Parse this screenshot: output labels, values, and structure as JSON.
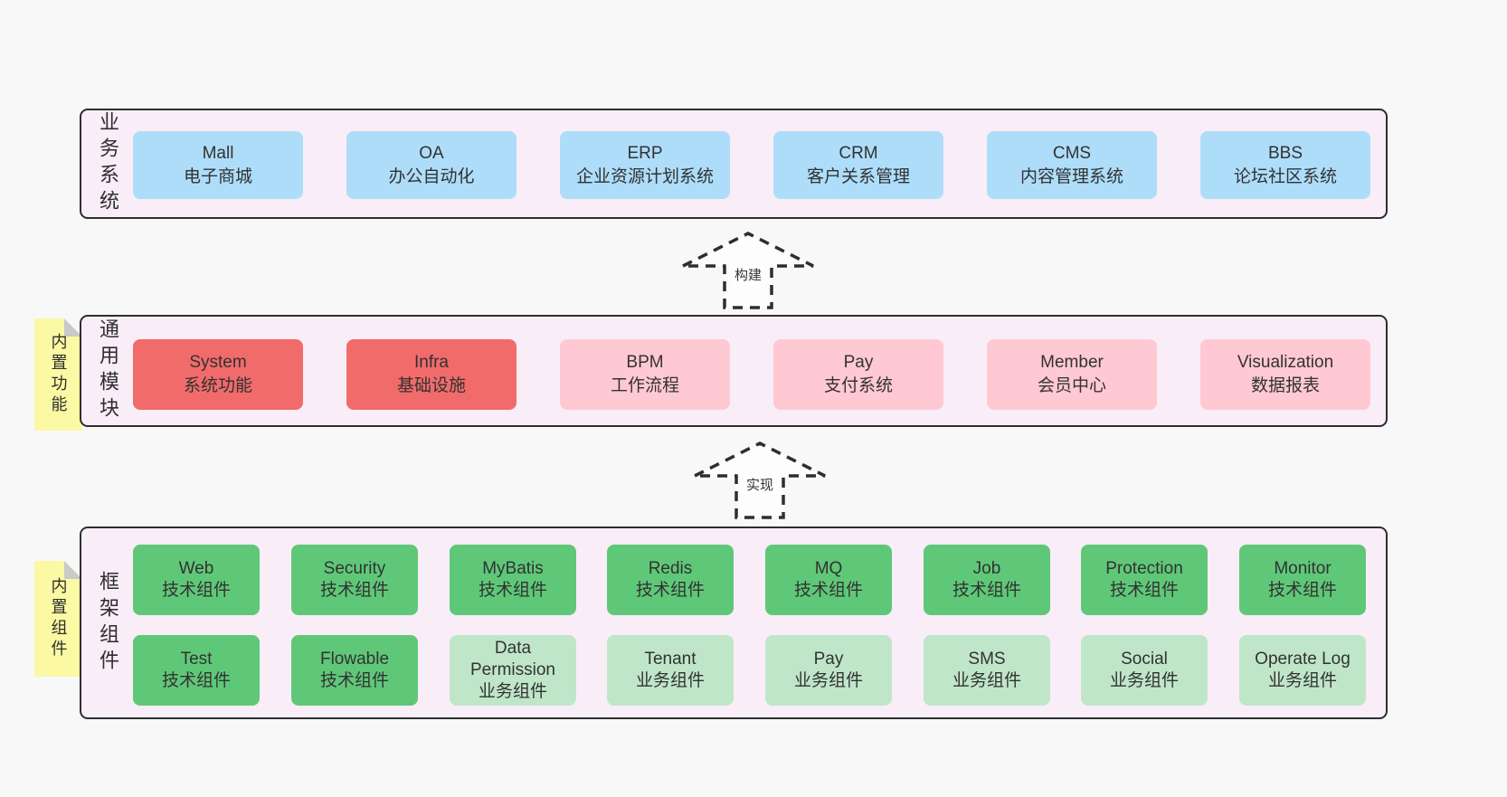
{
  "diagram_title": "",
  "colors": {
    "page_bg": "#f8f8f8",
    "layer_bg": "#f9edf7",
    "layer_border": "#2e2e2e",
    "business_system_box": "#aeddfa",
    "core_module_box": "#f26b6b",
    "optional_module_box": "#ffc9d3",
    "tech_component_box": "#5fc878",
    "biz_component_box": "#c0e6c9",
    "sticky_tag": "#fbf9a3",
    "tag_fold": "#c9c9c9"
  },
  "arrows": [
    {
      "label": "构建"
    },
    {
      "label": "实现"
    }
  ],
  "layers": [
    {
      "id": "business-systems",
      "label": "业务系统",
      "tag": null,
      "boxes": [
        {
          "name": "Mall",
          "desc": "电子商城"
        },
        {
          "name": "OA",
          "desc": "办公自动化"
        },
        {
          "name": "ERP",
          "desc": "企业资源计划系统"
        },
        {
          "name": "CRM",
          "desc": "客户关系管理"
        },
        {
          "name": "CMS",
          "desc": "内容管理系统"
        },
        {
          "name": "BBS",
          "desc": "论坛社区系统"
        }
      ]
    },
    {
      "id": "common-modules",
      "label": "通用模块",
      "tag": "内置功能",
      "boxes": [
        {
          "name": "System",
          "desc": "系统功能"
        },
        {
          "name": "Infra",
          "desc": "基础设施"
        },
        {
          "name": "BPM",
          "desc": "工作流程"
        },
        {
          "name": "Pay",
          "desc": "支付系统"
        },
        {
          "name": "Member",
          "desc": "会员中心"
        },
        {
          "name": "Visualization",
          "desc": "数据报表"
        }
      ]
    },
    {
      "id": "framework-components",
      "label": "框架组件",
      "tag": "内置组件",
      "rows": [
        [
          {
            "name": "Web",
            "desc": "技术组件"
          },
          {
            "name": "Security",
            "desc": "技术组件"
          },
          {
            "name": "MyBatis",
            "desc": "技术组件"
          },
          {
            "name": "Redis",
            "desc": "技术组件"
          },
          {
            "name": "MQ",
            "desc": "技术组件"
          },
          {
            "name": "Job",
            "desc": "技术组件"
          },
          {
            "name": "Protection",
            "desc": "技术组件"
          },
          {
            "name": "Monitor",
            "desc": "技术组件"
          }
        ],
        [
          {
            "name": "Test",
            "desc": "技术组件"
          },
          {
            "name": "Flowable",
            "desc": "技术组件"
          },
          {
            "name": "Data Permission",
            "desc": "业务组件"
          },
          {
            "name": "Tenant",
            "desc": "业务组件"
          },
          {
            "name": "Pay",
            "desc": "业务组件"
          },
          {
            "name": "SMS",
            "desc": "业务组件"
          },
          {
            "name": "Social",
            "desc": "业务组件"
          },
          {
            "name": "Operate Log",
            "desc": "业务组件"
          }
        ]
      ]
    }
  ]
}
